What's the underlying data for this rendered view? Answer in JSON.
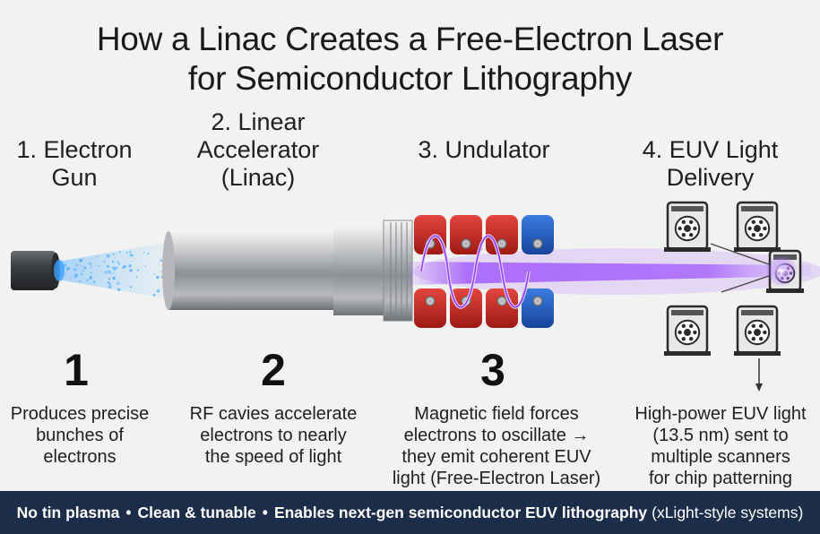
{
  "title": {
    "line1": "How a Linac Creates a Free-Electron Laser",
    "line2": "for Semiconductor Lithography"
  },
  "stages": [
    {
      "heading": [
        "1. Electron",
        "Gun"
      ],
      "number": "1",
      "description": [
        "Produces precise",
        "bunches of",
        "electrons"
      ]
    },
    {
      "heading": [
        "2. Linear",
        "Accelerator",
        "(Linac)"
      ],
      "number": "2",
      "description": [
        "RF cavies accelerate",
        "electrons to nearly",
        "the speed of light"
      ]
    },
    {
      "heading": [
        "3. Undulator"
      ],
      "number": "3",
      "description": [
        "Magnetic field forces",
        "electrons to oscillate →",
        "they emit coherent EUV",
        "light (Free-Electron Laser)"
      ]
    },
    {
      "heading": [
        "4. EUV Light",
        "Delivery"
      ],
      "number": "",
      "description": [
        "High-power EUV light",
        "(13.5 nm) sent to",
        "multiple scanners",
        "for chip patterning"
      ]
    }
  ],
  "footer": {
    "item1": "No tin plasma",
    "item2": "Clean & tunable",
    "item3": "Enables next-gen semiconductor EUV lithography",
    "separator": "•",
    "note": "(xLight-style systems)"
  },
  "colors": {
    "background": "#f1f2f1",
    "footer_bg": "#1c2d4a",
    "beam_purple": "#9b4dff",
    "electron_blue": "#3aa0ff",
    "magnet_red": "#c8251f",
    "magnet_blue": "#1f5fbf"
  },
  "icons": [
    "electron-gun-icon",
    "linac-tube-icon",
    "undulator-magnet-icon",
    "scanner-icon",
    "arrow-down-icon"
  ]
}
